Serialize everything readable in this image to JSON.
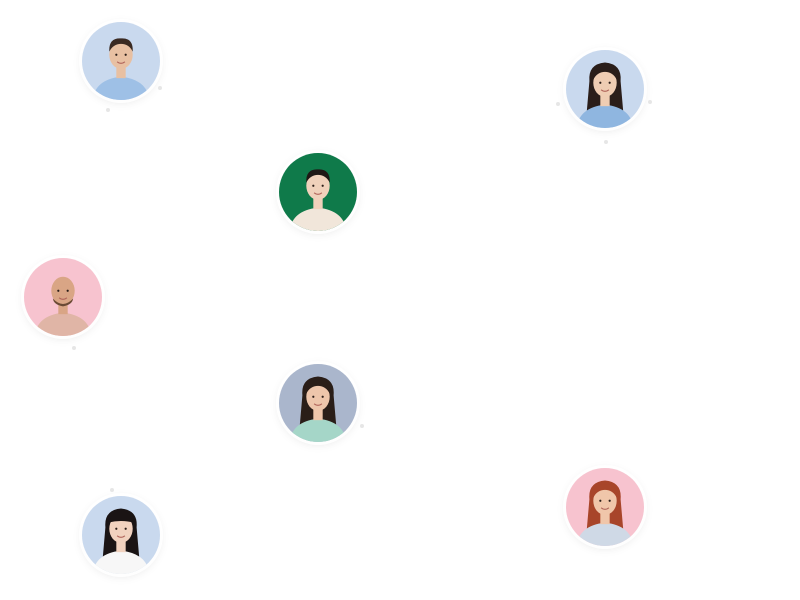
{
  "avatars": [
    {
      "id": "av-1",
      "icon": "person-man-smiling-icon",
      "bg": "#c9d9ee",
      "skin": "#e8c0a2",
      "hair": "#3a2a22",
      "shirt": "#9ec0e6"
    },
    {
      "id": "av-2",
      "icon": "person-woman-long-hair-icon",
      "bg": "#c9d9ee",
      "skin": "#efcdb3",
      "hair": "#2a1e1a",
      "shirt": "#8fb6e0"
    },
    {
      "id": "av-3",
      "icon": "person-woman-cream-sweater-icon",
      "bg": "#0f7a4a",
      "skin": "#f0d1bb",
      "hair": "#1f1815",
      "shirt": "#f1e6da"
    },
    {
      "id": "av-4",
      "icon": "person-man-bald-beard-icon",
      "bg": "#f7c3cf",
      "skin": "#d9a585",
      "hair": "#6a4a35",
      "shirt": "#e0b5a6"
    },
    {
      "id": "av-5",
      "icon": "person-woman-mint-shirt-icon",
      "bg": "#aab6cc",
      "skin": "#eec6ab",
      "hair": "#2a1e18",
      "shirt": "#a5d6c8"
    },
    {
      "id": "av-6",
      "icon": "person-woman-bangs-icon",
      "bg": "#c9d9ee",
      "skin": "#f1d2bf",
      "hair": "#1a1414",
      "shirt": "#f7f7f7"
    },
    {
      "id": "av-7",
      "icon": "person-woman-red-hair-icon",
      "bg": "#f7c3cf",
      "skin": "#f0c6aa",
      "hair": "#a8452a",
      "shirt": "#cfd9e6"
    }
  ]
}
